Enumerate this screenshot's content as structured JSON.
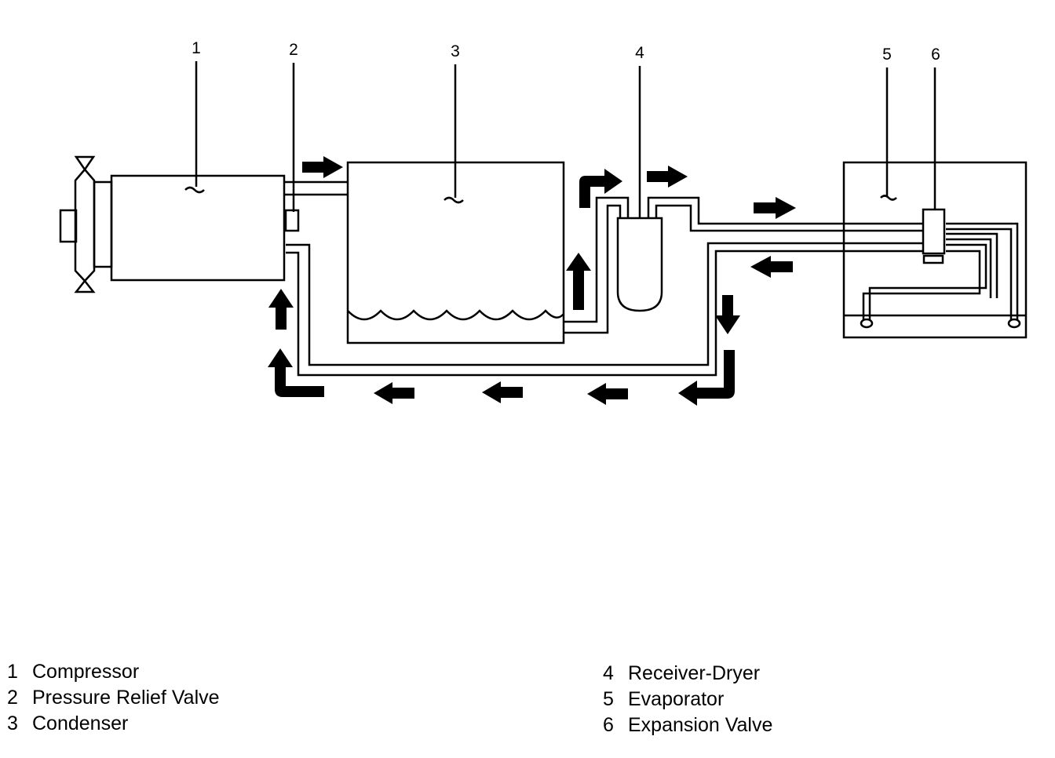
{
  "callouts": [
    "1",
    "2",
    "3",
    "4",
    "5",
    "6"
  ],
  "legend": {
    "left": [
      {
        "num": "1",
        "label": "Compressor"
      },
      {
        "num": "2",
        "label": "Pressure Relief Valve"
      },
      {
        "num": "3",
        "label": "Condenser"
      }
    ],
    "right": [
      {
        "num": "4",
        "label": "Receiver-Dryer"
      },
      {
        "num": "5",
        "label": "Evaporator"
      },
      {
        "num": "6",
        "label": "Expansion Valve"
      }
    ]
  },
  "colors": {
    "line": "#000000",
    "background": "#ffffff"
  }
}
